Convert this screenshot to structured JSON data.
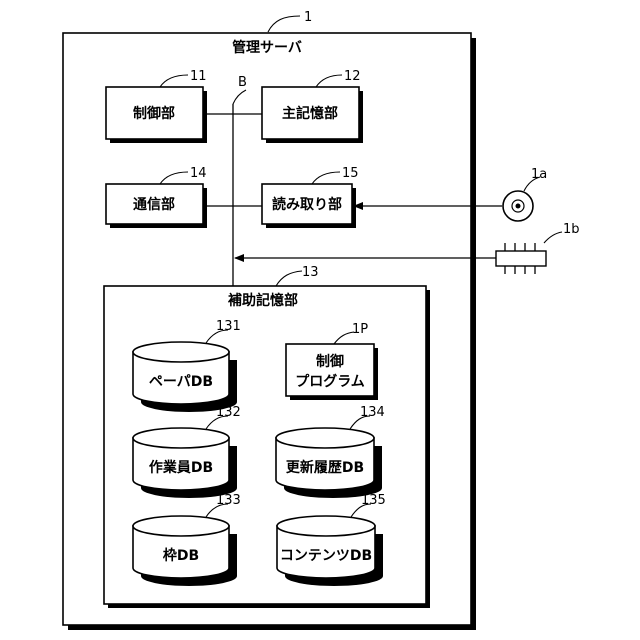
{
  "server": {
    "ref": "1",
    "title": "管理サーバ"
  },
  "bus": {
    "label": "B"
  },
  "control": {
    "ref": "11",
    "label": "制御部"
  },
  "main_memory": {
    "ref": "12",
    "label": "主記憶部"
  },
  "communication": {
    "ref": "14",
    "label": "通信部"
  },
  "reader": {
    "ref": "15",
    "label": "読み取り部"
  },
  "disc": {
    "ref": "1a"
  },
  "usb": {
    "ref": "1b"
  },
  "auxiliary": {
    "ref": "13",
    "title": "補助記憶部",
    "paper_db": {
      "ref": "131",
      "label": "ペーパDB"
    },
    "program": {
      "ref": "1P",
      "line1": "制御",
      "line2": "プログラム"
    },
    "worker_db": {
      "ref": "132",
      "label": "作業員DB"
    },
    "update_db": {
      "ref": "134",
      "label": "更新履歴DB"
    },
    "frame_db": {
      "ref": "133",
      "label": "枠DB"
    },
    "content_db": {
      "ref": "135",
      "label": "コンテンツDB"
    }
  }
}
